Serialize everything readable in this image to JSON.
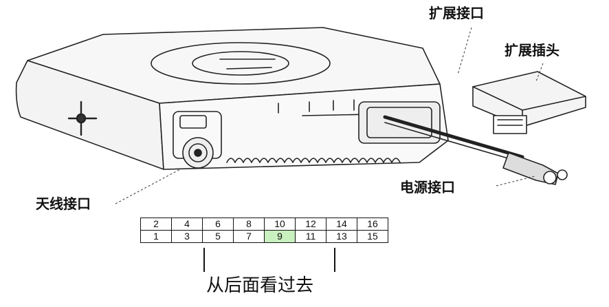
{
  "labels": {
    "extension_port": "扩展接口",
    "extension_plug": "扩展插头",
    "power_port": "电源接口",
    "antenna_port": "天线接口",
    "view_from_rear": "从后面看过去"
  },
  "pin_table": {
    "top_row": [
      "2",
      "4",
      "6",
      "8",
      "10",
      "12",
      "14",
      "16"
    ],
    "bottom_row": [
      "1",
      "3",
      "5",
      "7",
      "9",
      "11",
      "13",
      "15"
    ],
    "highlighted_pin": "9",
    "highlight_color": "#c9f0bf"
  }
}
